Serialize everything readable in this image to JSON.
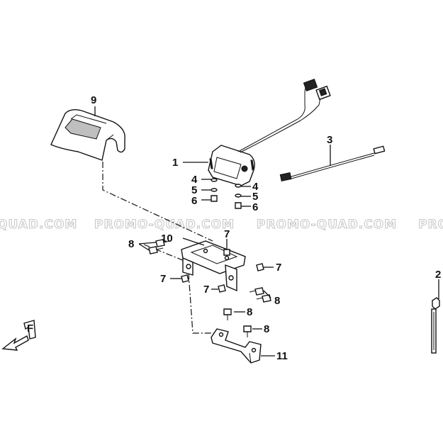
{
  "watermark": {
    "left": "QUAD.COM",
    "center_left": "PROMO-QUAD.COM",
    "center_right": "PROMO-QUAD.COM",
    "right": "PRO"
  },
  "callouts": {
    "c1": "1",
    "c2": "2",
    "c3": "3",
    "c4a": "4",
    "c4b": "4",
    "c5a": "5",
    "c5b": "5",
    "c6a": "6",
    "c6b": "6",
    "c7a": "7",
    "c7b": "7",
    "c7c": "7",
    "c7d": "7",
    "c8a": "8",
    "c8b": "8",
    "c8c": "8",
    "c8d": "8",
    "c9": "9",
    "c10": "10",
    "c11": "11"
  },
  "front_arrow_letter": "F"
}
